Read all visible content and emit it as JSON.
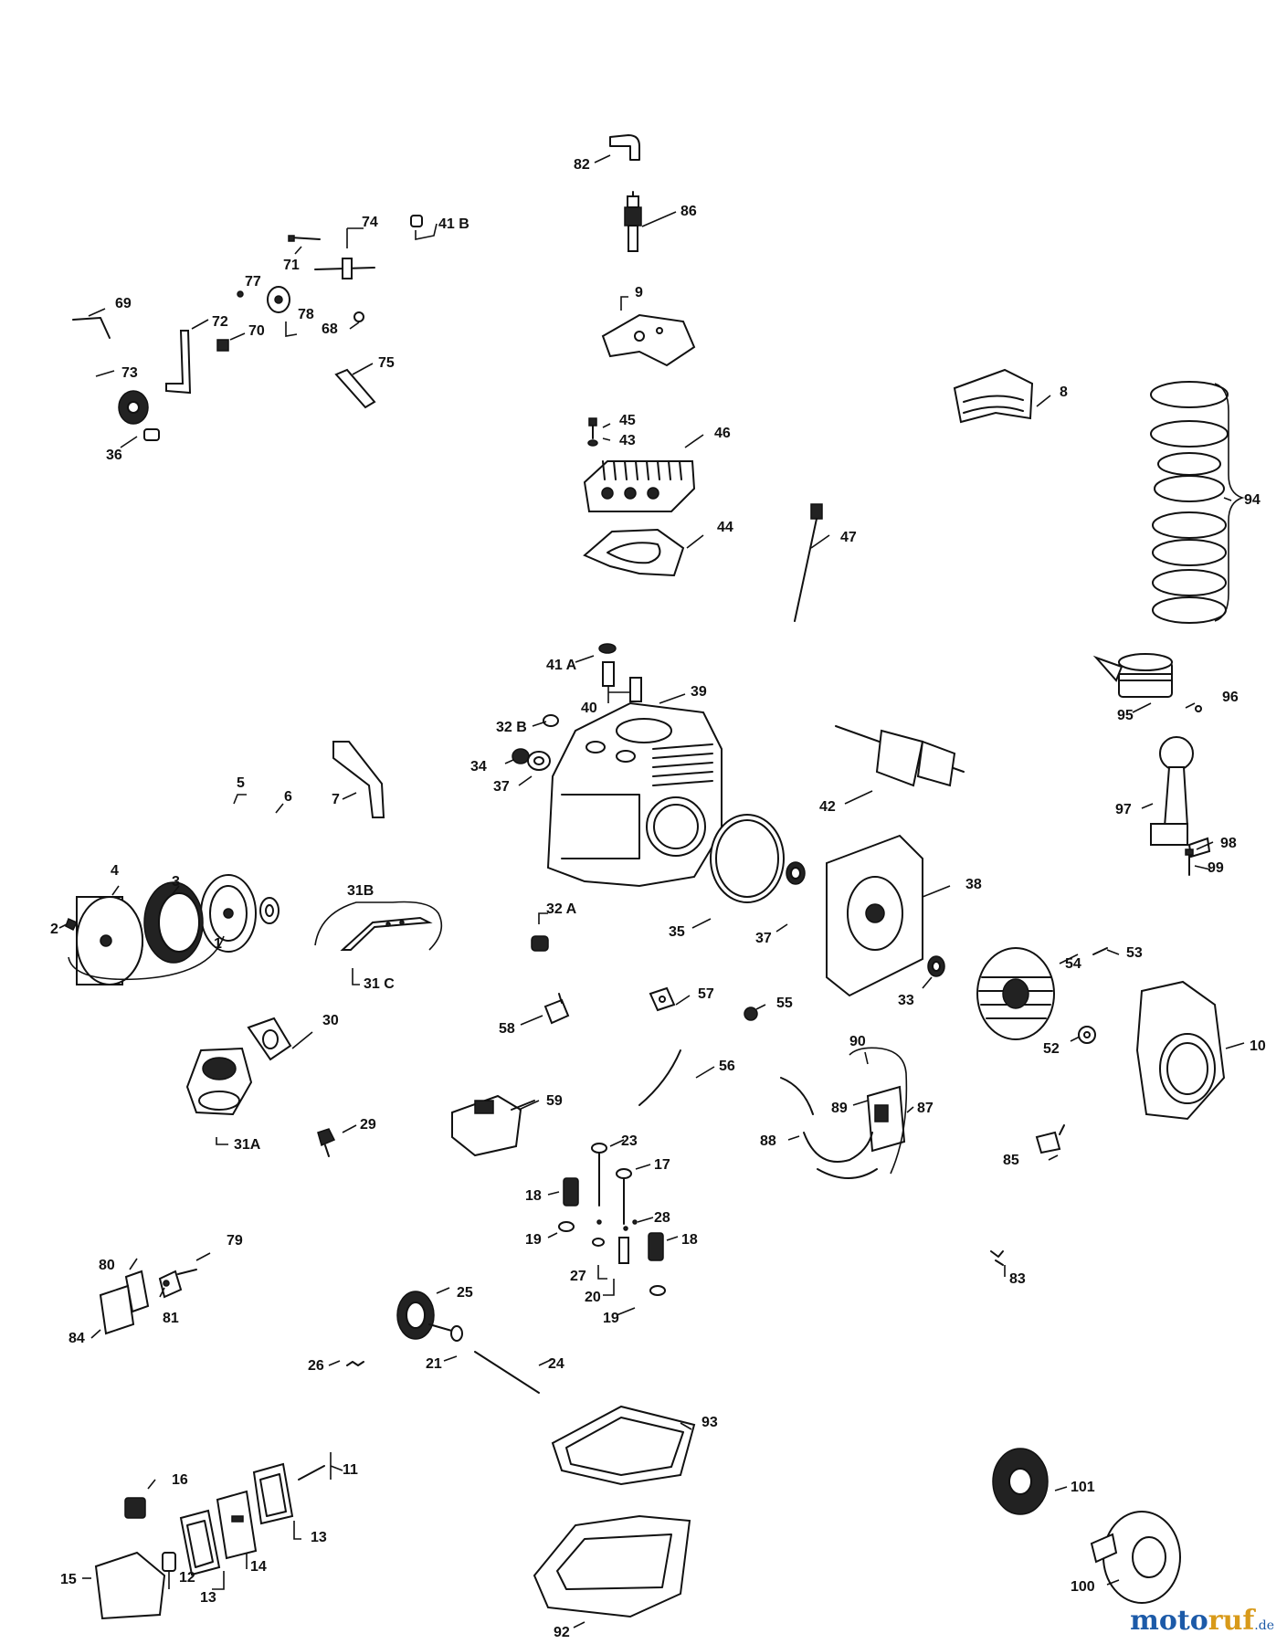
{
  "watermark": {
    "moto": "moto",
    "ruf": "ruf",
    "de": ".de"
  },
  "callouts": [
    {
      "id": "c82",
      "label": "82"
    },
    {
      "id": "c86",
      "label": "86"
    },
    {
      "id": "c41B",
      "label": "41 B"
    },
    {
      "id": "c74",
      "label": "74"
    },
    {
      "id": "c71",
      "label": "71"
    },
    {
      "id": "c77",
      "label": "77"
    },
    {
      "id": "c69",
      "label": "69"
    },
    {
      "id": "c72",
      "label": "72"
    },
    {
      "id": "c70",
      "label": "70"
    },
    {
      "id": "c78",
      "label": "78"
    },
    {
      "id": "c68",
      "label": "68"
    },
    {
      "id": "c75",
      "label": "75"
    },
    {
      "id": "c73",
      "label": "73"
    },
    {
      "id": "c36",
      "label": "36"
    },
    {
      "id": "c9",
      "label": "9"
    },
    {
      "id": "c8",
      "label": "8"
    },
    {
      "id": "c45",
      "label": "45"
    },
    {
      "id": "c43",
      "label": "43"
    },
    {
      "id": "c46",
      "label": "46"
    },
    {
      "id": "c44",
      "label": "44"
    },
    {
      "id": "c47",
      "label": "47"
    },
    {
      "id": "c94",
      "label": "94"
    },
    {
      "id": "c41A",
      "label": "41 A"
    },
    {
      "id": "c40",
      "label": "40"
    },
    {
      "id": "c39",
      "label": "39"
    },
    {
      "id": "c32B",
      "label": "32 B"
    },
    {
      "id": "c34",
      "label": "34"
    },
    {
      "id": "c37a",
      "label": "37"
    },
    {
      "id": "c95",
      "label": "95"
    },
    {
      "id": "c96",
      "label": "96"
    },
    {
      "id": "c42",
      "label": "42"
    },
    {
      "id": "c97",
      "label": "97"
    },
    {
      "id": "c98",
      "label": "98"
    },
    {
      "id": "c99",
      "label": "99"
    },
    {
      "id": "c7",
      "label": "7"
    },
    {
      "id": "c5",
      "label": "5"
    },
    {
      "id": "c6",
      "label": "6"
    },
    {
      "id": "c4",
      "label": "4"
    },
    {
      "id": "c3",
      "label": "3"
    },
    {
      "id": "c2",
      "label": "2"
    },
    {
      "id": "c1",
      "label": "1"
    },
    {
      "id": "c31B",
      "label": "31B"
    },
    {
      "id": "c31C",
      "label": "31 C"
    },
    {
      "id": "c32A",
      "label": "32 A"
    },
    {
      "id": "c35",
      "label": "35"
    },
    {
      "id": "c37b",
      "label": "37"
    },
    {
      "id": "c38",
      "label": "38"
    },
    {
      "id": "c53",
      "label": "53"
    },
    {
      "id": "c54",
      "label": "54"
    },
    {
      "id": "c33",
      "label": "33"
    },
    {
      "id": "c57",
      "label": "57"
    },
    {
      "id": "c55",
      "label": "55"
    },
    {
      "id": "c58",
      "label": "58"
    },
    {
      "id": "c30",
      "label": "30"
    },
    {
      "id": "c52",
      "label": "52"
    },
    {
      "id": "c10",
      "label": "10"
    },
    {
      "id": "c90",
      "label": "90"
    },
    {
      "id": "c56",
      "label": "56"
    },
    {
      "id": "c89",
      "label": "89"
    },
    {
      "id": "c87",
      "label": "87"
    },
    {
      "id": "c59",
      "label": "59"
    },
    {
      "id": "c31A",
      "label": "31A"
    },
    {
      "id": "c29",
      "label": "29"
    },
    {
      "id": "c88",
      "label": "88"
    },
    {
      "id": "c23",
      "label": "23"
    },
    {
      "id": "c17",
      "label": "17"
    },
    {
      "id": "c85",
      "label": "85"
    },
    {
      "id": "c18a",
      "label": "18"
    },
    {
      "id": "c28",
      "label": "28"
    },
    {
      "id": "c19a",
      "label": "19"
    },
    {
      "id": "c18b",
      "label": "18"
    },
    {
      "id": "c79",
      "label": "79"
    },
    {
      "id": "c80",
      "label": "80"
    },
    {
      "id": "c27",
      "label": "27"
    },
    {
      "id": "c83",
      "label": "83"
    },
    {
      "id": "c20",
      "label": "20"
    },
    {
      "id": "c25",
      "label": "25"
    },
    {
      "id": "c81",
      "label": "81"
    },
    {
      "id": "c19b",
      "label": "19"
    },
    {
      "id": "c84",
      "label": "84"
    },
    {
      "id": "c21",
      "label": "21"
    },
    {
      "id": "c26",
      "label": "26"
    },
    {
      "id": "c24",
      "label": "24"
    },
    {
      "id": "c93",
      "label": "93"
    },
    {
      "id": "c16",
      "label": "16"
    },
    {
      "id": "c11",
      "label": "11"
    },
    {
      "id": "c101",
      "label": "101"
    },
    {
      "id": "c13a",
      "label": "13"
    },
    {
      "id": "c15",
      "label": "15"
    },
    {
      "id": "c12",
      "label": "12"
    },
    {
      "id": "c14",
      "label": "14"
    },
    {
      "id": "c13b",
      "label": "13"
    },
    {
      "id": "c100",
      "label": "100"
    },
    {
      "id": "c92",
      "label": "92"
    }
  ]
}
